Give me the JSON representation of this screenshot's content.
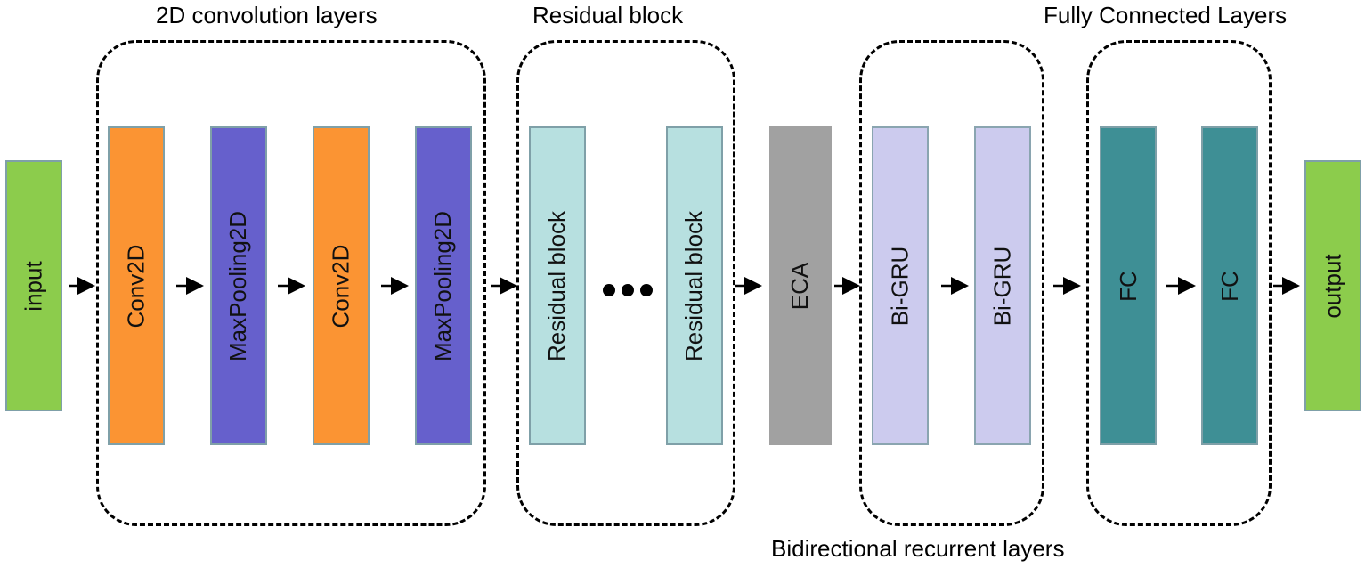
{
  "groups": {
    "conv": "2D convolution layers",
    "residual": "Residual block",
    "fc": "Fully Connected Layers",
    "recurrent": "Bidirectional recurrent layers"
  },
  "blocks": {
    "input": "input",
    "conv2d_1": "Conv2D",
    "maxpool_1": "MaxPooling2D",
    "conv2d_2": "Conv2D",
    "maxpool_2": "MaxPooling2D",
    "residual_1": "Residual block",
    "residual_2": "Residual block",
    "eca": "ECA",
    "bigru_1": "Bi-GRU",
    "bigru_2": "Bi-GRU",
    "fc_1": "FC",
    "fc_2": "FC",
    "output": "output"
  },
  "colors": {
    "io": "#8ccc4c",
    "conv": "#fb9433",
    "pool": "#6660cc",
    "residual": "#b7e0e0",
    "eca": "#a1a1a1",
    "gru": "#cccbee",
    "fc": "#3e8f95"
  }
}
